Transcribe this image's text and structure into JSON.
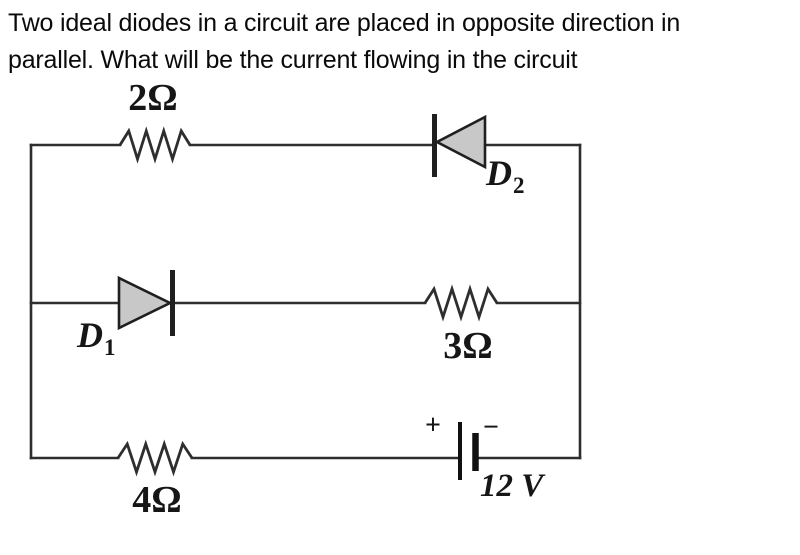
{
  "question": {
    "line1": "Two ideal diodes in a circuit are placed in opposite direction in",
    "line2": "parallel. What will be the current flowing in the circuit"
  },
  "circuit": {
    "resistors": [
      {
        "id": "R-top",
        "label": "2Ω",
        "branch": "top"
      },
      {
        "id": "R-middle",
        "label": "3Ω",
        "branch": "middle"
      },
      {
        "id": "R-bottom",
        "label": "4Ω",
        "branch": "bottom"
      }
    ],
    "diodes": [
      {
        "id": "D1",
        "name": "D",
        "sub": "1",
        "direction": "right",
        "branch": "middle"
      },
      {
        "id": "D2",
        "name": "D",
        "sub": "2",
        "direction": "left",
        "branch": "top"
      }
    ],
    "battery": {
      "plus": "+",
      "minus": "−",
      "label": "12 V",
      "branch": "bottom"
    },
    "colors": {
      "wire": "#2e2e2e",
      "diode_fill": "#c8c8c8",
      "diode_stroke": "#1f1f1f",
      "text": "#161616"
    }
  }
}
